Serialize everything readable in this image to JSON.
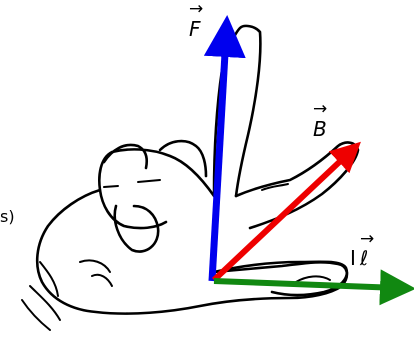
{
  "labels": {
    "force": "F",
    "field": "B",
    "current_prefix": "I",
    "current_symbol": "ℓ",
    "vector_arrow": "→",
    "edge_fragment": "s)"
  },
  "colors": {
    "force": "#0000ee",
    "field": "#ee0000",
    "current": "#118811",
    "outline": "#000000"
  }
}
